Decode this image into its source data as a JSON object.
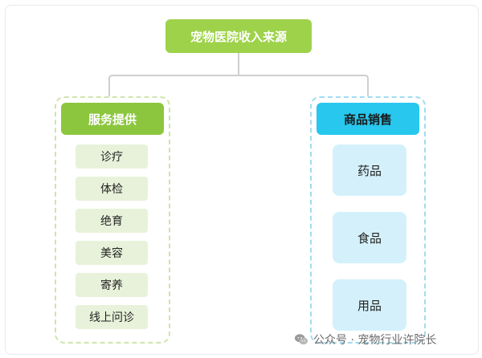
{
  "title": "宠物医院收入来源",
  "left_category": {
    "label": "服务提供",
    "items": [
      "诊疗",
      "体检",
      "绝育",
      "美容",
      "寄养",
      "线上问诊"
    ]
  },
  "right_category": {
    "label": "商品销售",
    "items": [
      "药品",
      "食品",
      "用品"
    ]
  },
  "watermark": "公众号 · 宠物行业许院长",
  "colors": {
    "root": "#9ed24a",
    "left_header": "#8cc63f",
    "left_item": "#e8f2da",
    "right_header": "#27c7ee",
    "right_item": "#d4f1fb",
    "connector": "#cfcfcf"
  }
}
